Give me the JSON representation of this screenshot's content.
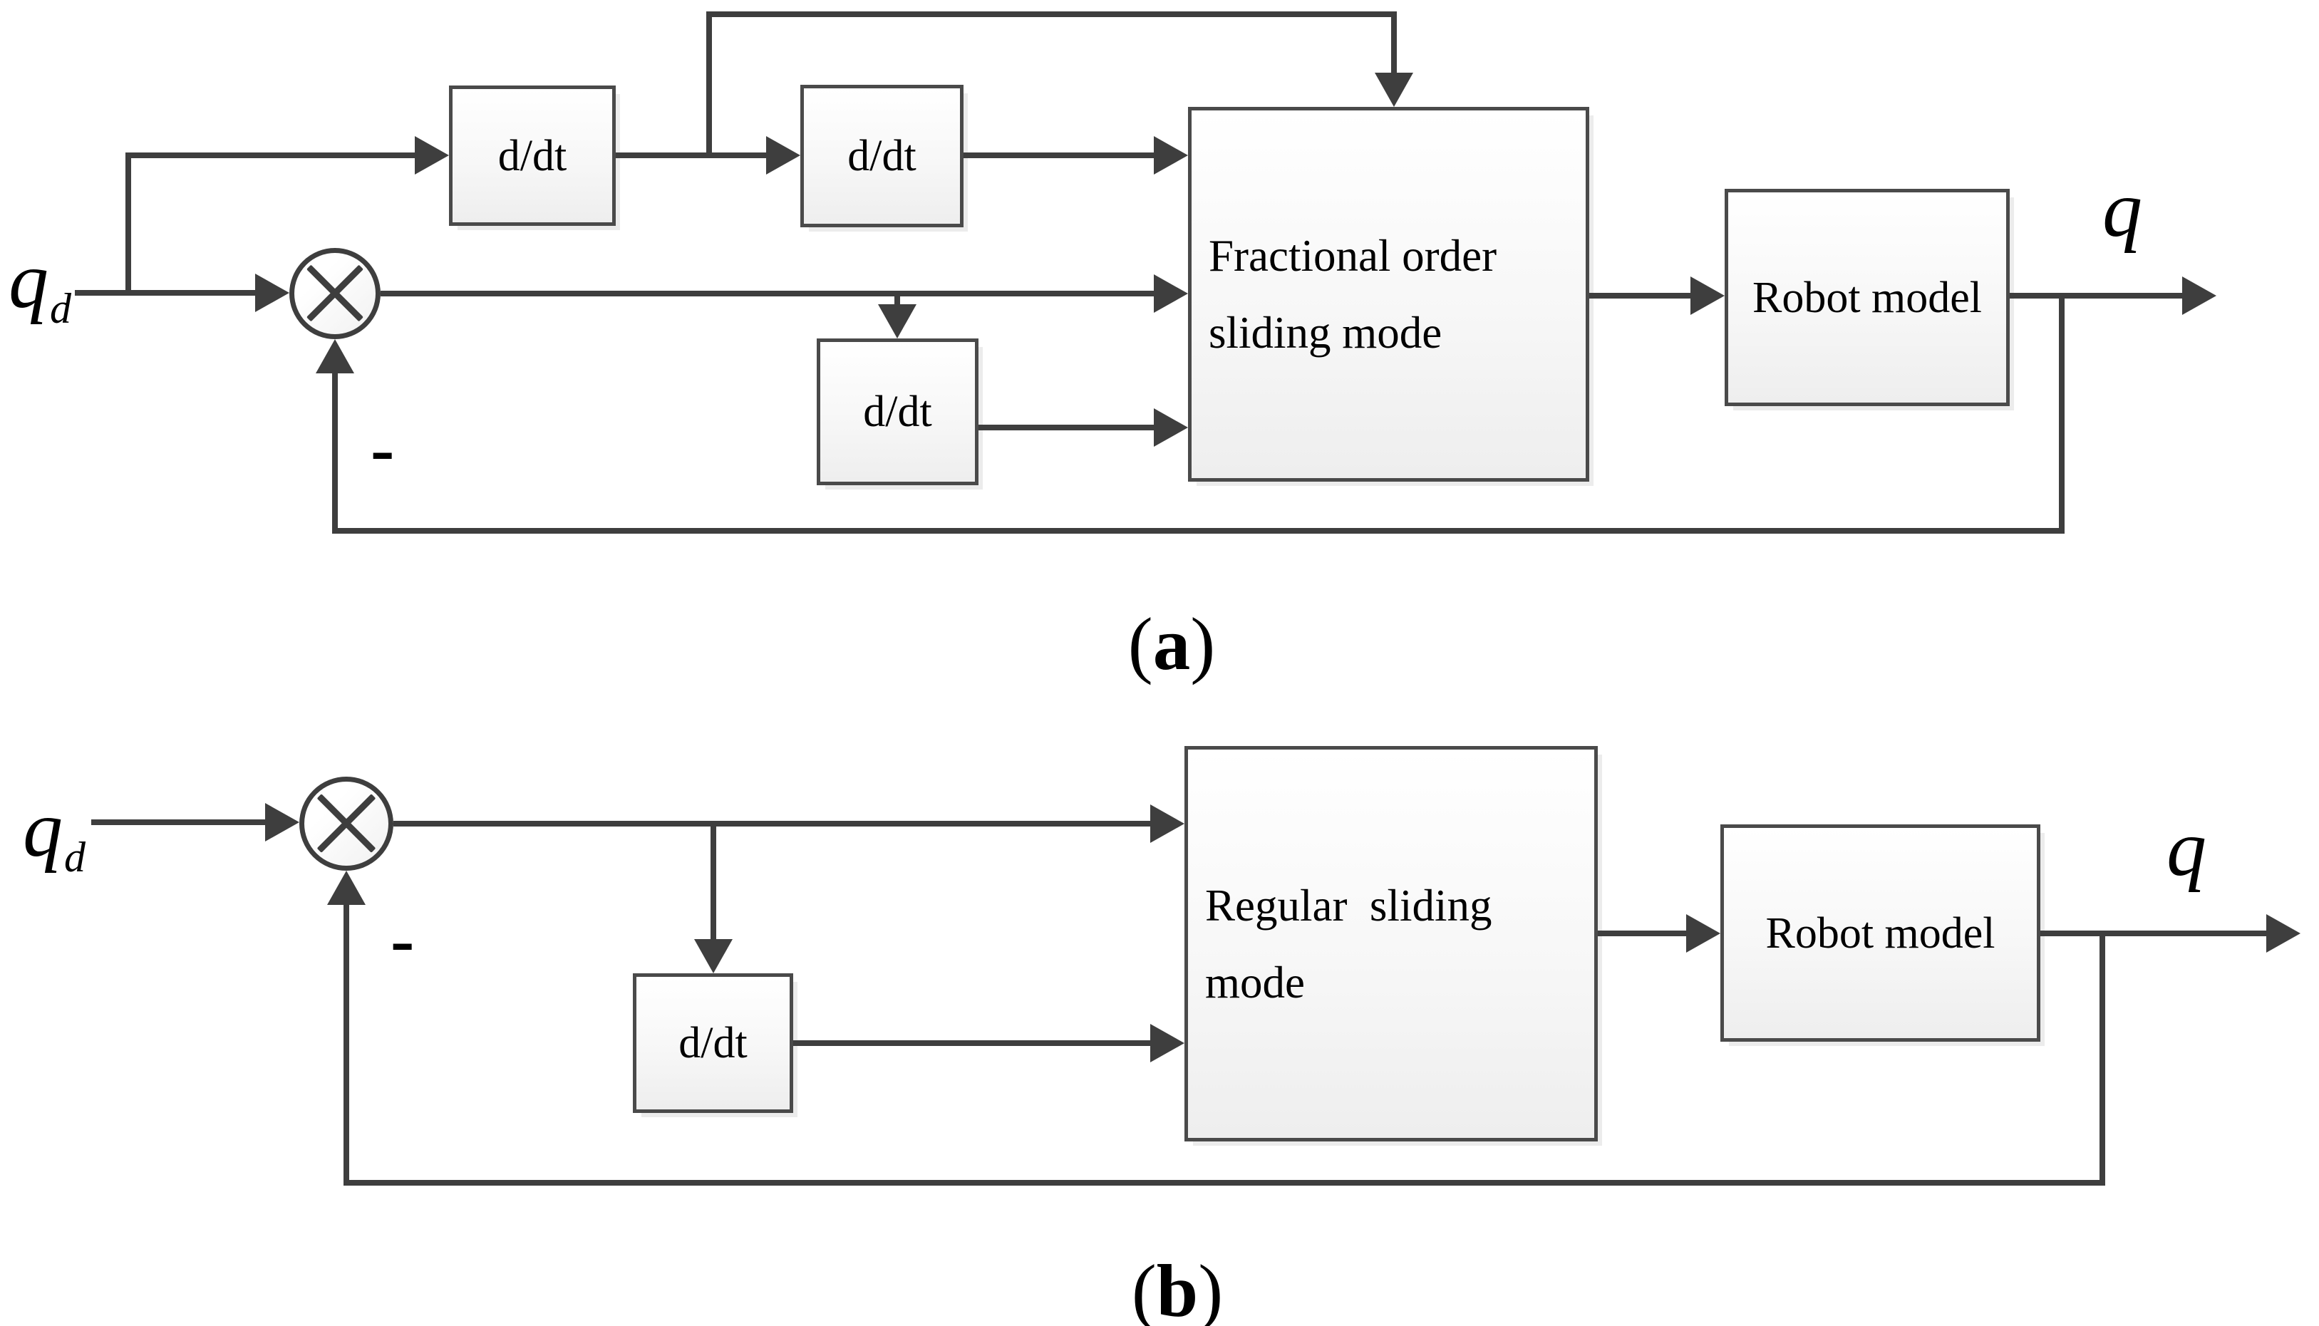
{
  "colors": {
    "line": "#3e3e3e",
    "box_border": "#4a4a4a",
    "box_fill_top": "#ffffff",
    "box_fill_bottom": "#eeeeee",
    "shadow": "#ececec",
    "text": "#000000",
    "background": "#ffffff"
  },
  "diagram_a": {
    "input": {
      "base": "q",
      "sub": "d"
    },
    "derivative1": "d/dt",
    "derivative2": "d/dt",
    "derivative3": "d/dt",
    "controller": {
      "line1": "Fractional order",
      "line2": "sliding mode"
    },
    "plant": "Robot model",
    "output": "q",
    "minus": "-",
    "caption": {
      "open": "(",
      "letter": "a",
      "close": ")"
    }
  },
  "diagram_b": {
    "input": {
      "base": "q",
      "sub": "d"
    },
    "derivative1": "d/dt",
    "controller": {
      "line1": "Regular  sliding",
      "line2": "mode"
    },
    "plant": "Robot model",
    "output": "q",
    "minus": "-",
    "caption": {
      "open": "(",
      "letter": "b",
      "close": ")"
    }
  }
}
